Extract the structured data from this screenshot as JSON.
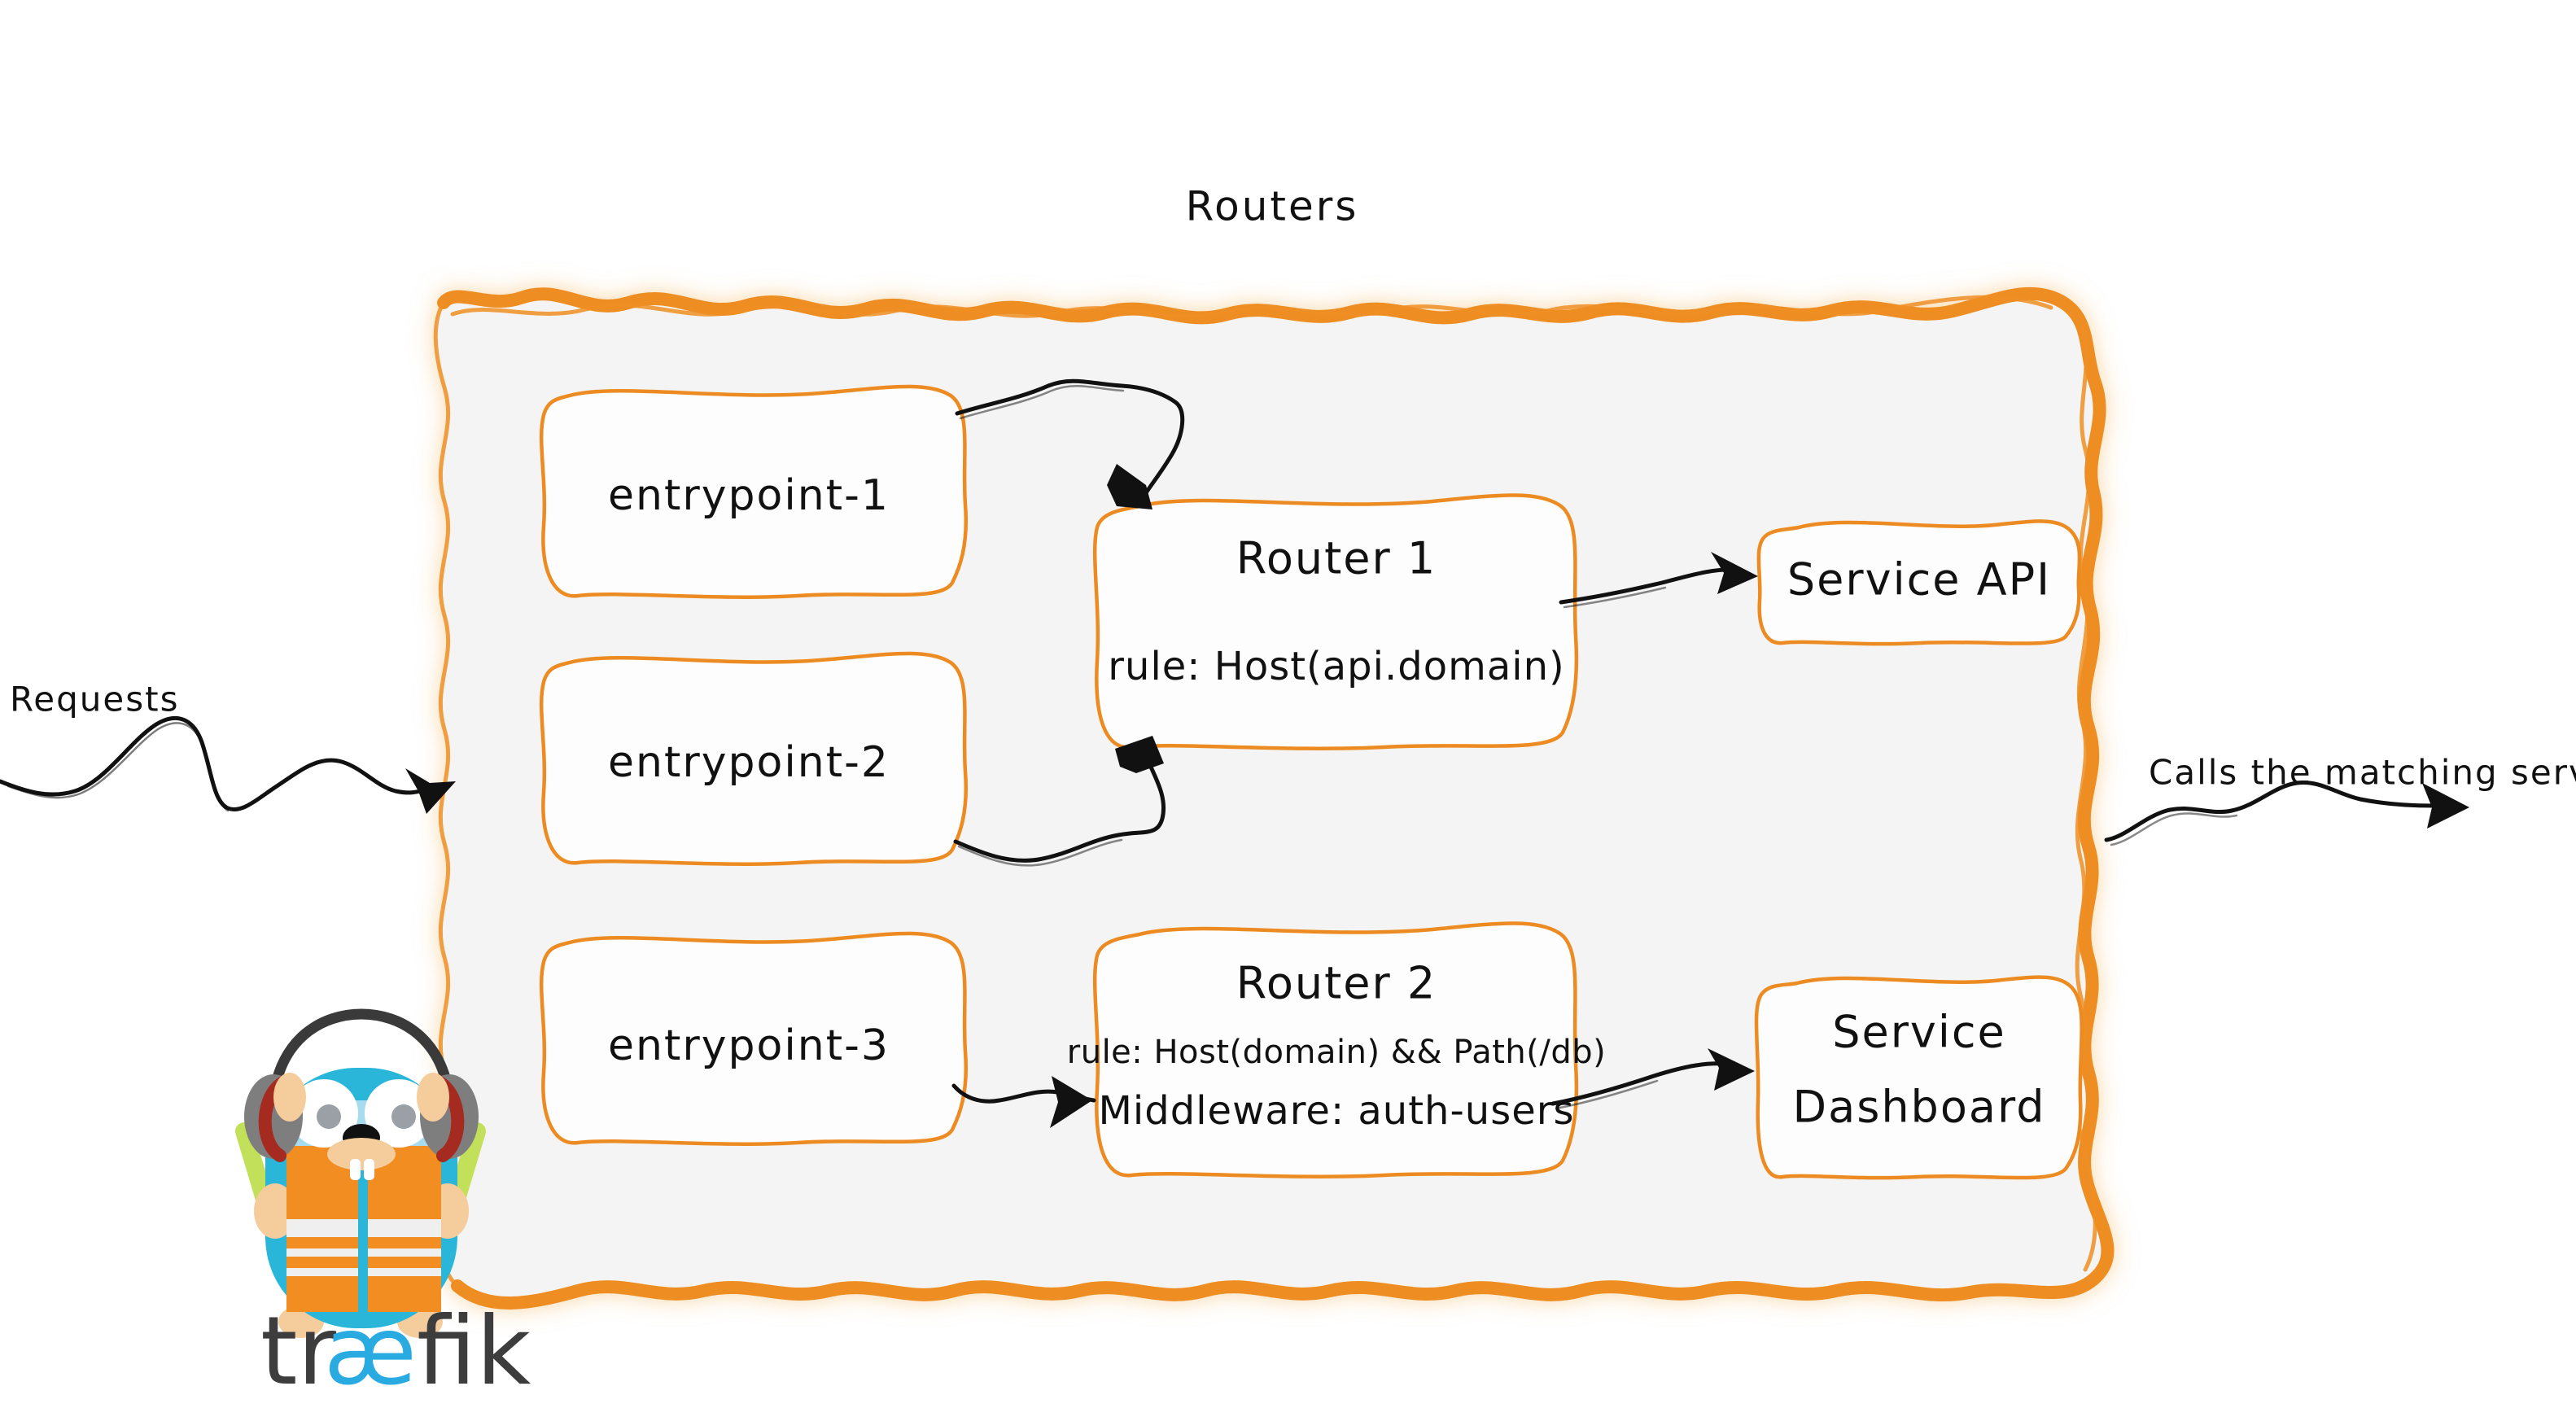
{
  "diagram": {
    "title": "Routers",
    "colors": {
      "accent_orange": "#EE8E22",
      "box_border": "#ED8B23",
      "container_fill": "#f4f4f4",
      "ink": "#111111",
      "gopher_blue": "#29B6D8",
      "vest_orange": "#F28D22",
      "wand_green": "#C3E05A",
      "logo_dark": "#3D3D3D",
      "logo_cyan": "#29ABE2",
      "page_background": "#ffffff"
    }
  },
  "entrypoints": [
    {
      "label": "entrypoint-1"
    },
    {
      "label": "entrypoint-2"
    },
    {
      "label": "entrypoint-3"
    }
  ],
  "routers": [
    {
      "name": "Router 1",
      "lines": [
        "rule: Host(api.domain)"
      ]
    },
    {
      "name": "Router 2",
      "lines": [
        "rule: Host(domain) && Path(/db)",
        "Middleware: auth-users"
      ]
    }
  ],
  "services": [
    {
      "lines": [
        "Service API"
      ]
    },
    {
      "lines": [
        "Service",
        "Dashboard"
      ]
    }
  ],
  "edge_labels": {
    "incoming": "Requests",
    "outgoing": "Calls the matching server"
  },
  "brand": {
    "wordmark_start": "tr",
    "wordmark_ligature": "æ",
    "wordmark_end": "fik"
  }
}
